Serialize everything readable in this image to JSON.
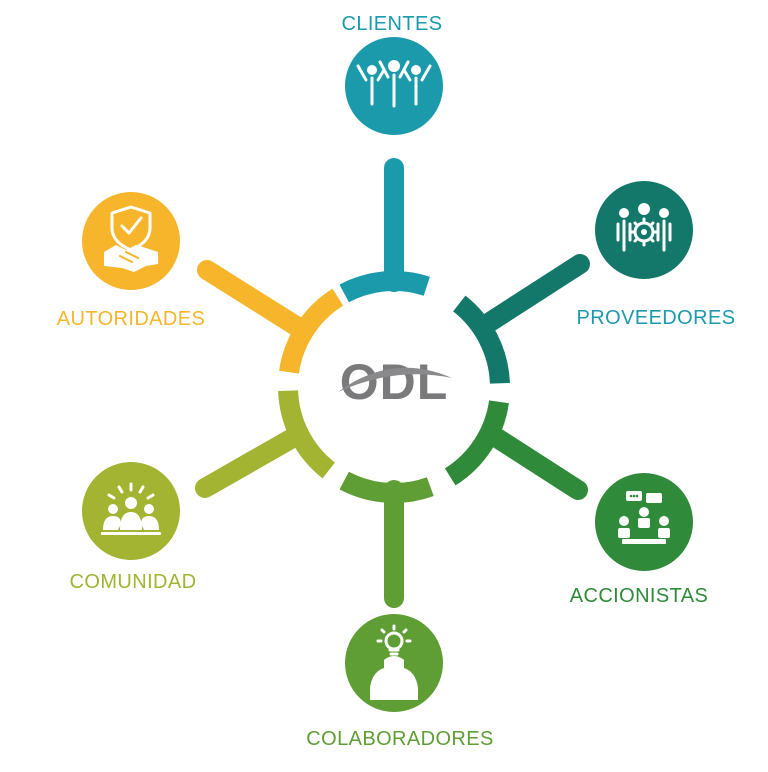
{
  "center": {
    "logo_text": "ODL",
    "logo_color": "#7a7a7c",
    "swoosh_color": "#8a8a8c"
  },
  "stakeholders": [
    {
      "id": "clientes",
      "label": "CLIENTES",
      "color": "#1a9aab",
      "icon": "people-cheering-icon"
    },
    {
      "id": "proveedores",
      "label": "PROVEEDORES",
      "color": "#13786a",
      "label_color": "#1a9aab",
      "icon": "team-gear-icon"
    },
    {
      "id": "accionistas",
      "label": "ACCIONISTAS",
      "color": "#2f8a3a",
      "icon": "meeting-chat-icon"
    },
    {
      "id": "colaboradores",
      "label": "COLABORADORES",
      "color": "#5e9e35",
      "icon": "lightbulb-head-icon"
    },
    {
      "id": "comunidad",
      "label": "COMUNIDAD",
      "color": "#a2b432",
      "icon": "community-icon"
    },
    {
      "id": "autoridades",
      "label": "AUTORIDADES",
      "color": "#f7b52b",
      "icon": "shield-handshake-icon"
    }
  ]
}
